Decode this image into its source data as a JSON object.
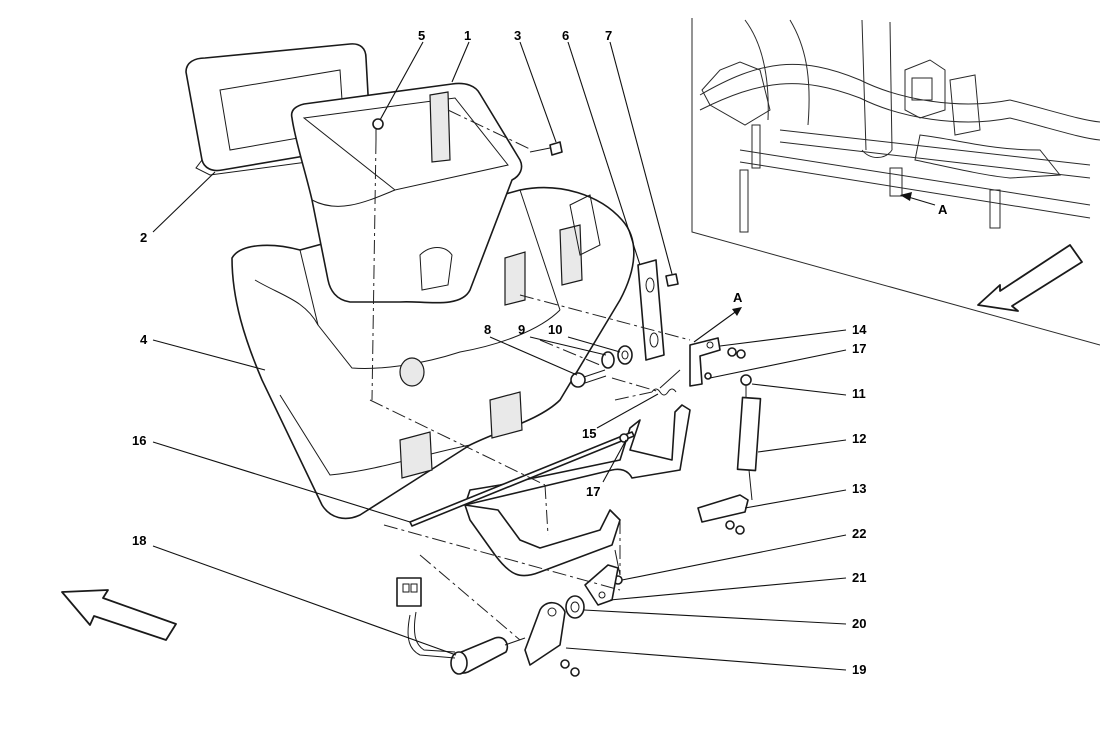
{
  "callouts": [
    {
      "id": "5",
      "label": "5"
    },
    {
      "id": "1",
      "label": "1"
    },
    {
      "id": "3",
      "label": "3"
    },
    {
      "id": "6",
      "label": "6"
    },
    {
      "id": "7",
      "label": "7"
    },
    {
      "id": "2",
      "label": "2"
    },
    {
      "id": "4",
      "label": "4"
    },
    {
      "id": "8",
      "label": "8"
    },
    {
      "id": "9",
      "label": "9"
    },
    {
      "id": "10",
      "label": "10"
    },
    {
      "id": "14",
      "label": "14"
    },
    {
      "id": "17a",
      "label": "17"
    },
    {
      "id": "11",
      "label": "11"
    },
    {
      "id": "12",
      "label": "12"
    },
    {
      "id": "15",
      "label": "15"
    },
    {
      "id": "17b",
      "label": "17"
    },
    {
      "id": "16",
      "label": "16"
    },
    {
      "id": "13",
      "label": "13"
    },
    {
      "id": "22",
      "label": "22"
    },
    {
      "id": "21",
      "label": "21"
    },
    {
      "id": "20",
      "label": "20"
    },
    {
      "id": "18",
      "label": "18"
    },
    {
      "id": "19",
      "label": "19"
    }
  ],
  "view_markers": {
    "main": "A",
    "inset": "A"
  }
}
